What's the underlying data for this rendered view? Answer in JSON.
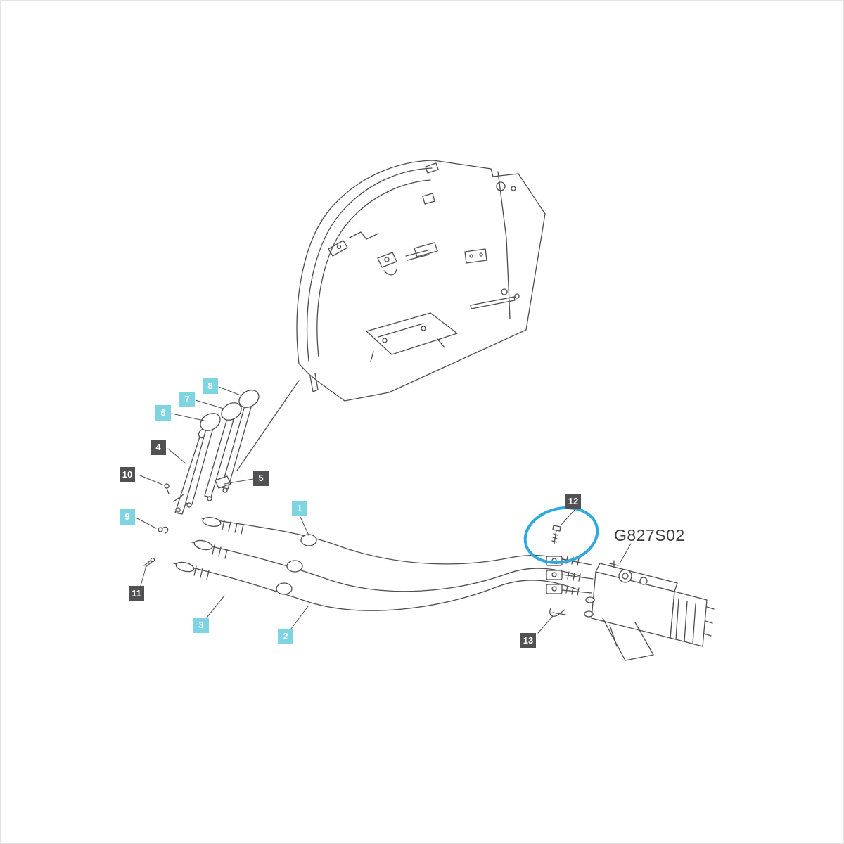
{
  "diagram": {
    "title_code": "G827S02",
    "part_code": "G827S02",
    "line_color": "#4d4d4d",
    "highlight_color": "#2fa8e0",
    "callout_colors": {
      "accent": "#7fd4e2",
      "dark": "#515153"
    },
    "callouts": [
      {
        "text": "1",
        "style": "accent"
      },
      {
        "text": "2",
        "style": "accent"
      },
      {
        "text": "3",
        "style": "accent"
      },
      {
        "text": "4",
        "style": "dark"
      },
      {
        "text": "5",
        "style": "dark"
      },
      {
        "text": "6",
        "style": "accent"
      },
      {
        "text": "7",
        "style": "accent"
      },
      {
        "text": "8",
        "style": "accent"
      },
      {
        "text": "9",
        "style": "accent"
      },
      {
        "text": "10",
        "style": "dark"
      },
      {
        "text": "11",
        "style": "dark"
      },
      {
        "text": "12",
        "style": "dark"
      },
      {
        "text": "13",
        "style": "dark"
      }
    ]
  }
}
